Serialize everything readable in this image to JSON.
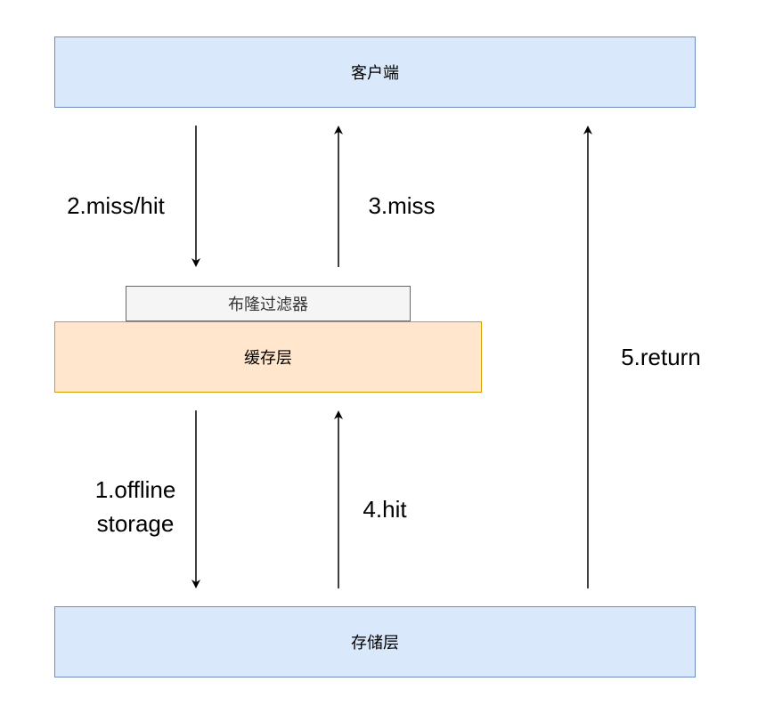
{
  "nodes": {
    "client": "客户端",
    "bloom_filter": "布隆过滤器",
    "cache_layer": "缓存层",
    "storage_layer": "存储层"
  },
  "edges": {
    "miss_hit": "2.miss/hit",
    "miss": "3.miss",
    "return": "5.return",
    "offline_storage_line1": "1.offline",
    "offline_storage_line2": "storage",
    "hit": "4.hit"
  },
  "colors": {
    "blue_fill": "#dae8fc",
    "blue_stroke": "#6c8ebf",
    "orange_fill": "#ffe6cc",
    "orange_stroke": "#d79b00",
    "gray_fill": "#f5f5f5",
    "gray_stroke": "#666666"
  }
}
